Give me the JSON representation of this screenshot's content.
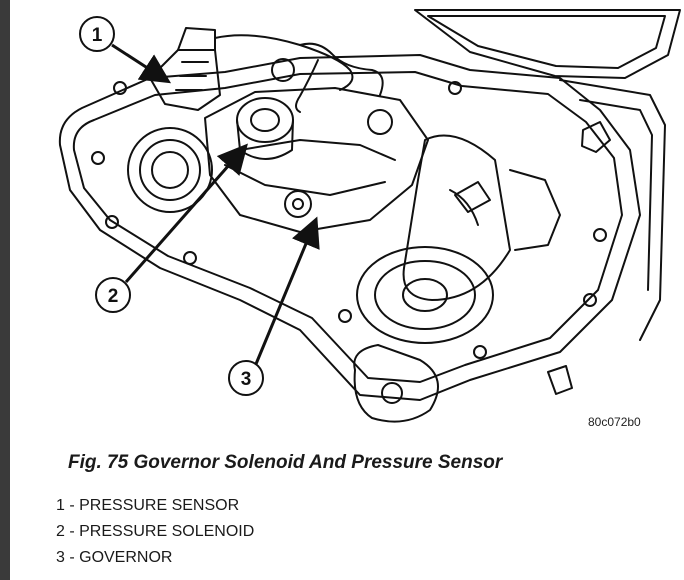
{
  "figure": {
    "caption": "Fig. 75 Governor Solenoid And Pressure Sensor",
    "code": "80c072b0",
    "callouts": [
      {
        "number": "1"
      },
      {
        "number": "2"
      },
      {
        "number": "3"
      }
    ],
    "legend": [
      {
        "text": "1 - PRESSURE SENSOR"
      },
      {
        "text": "2 - PRESSURE SOLENOID"
      },
      {
        "text": "3 - GOVERNOR"
      }
    ]
  }
}
